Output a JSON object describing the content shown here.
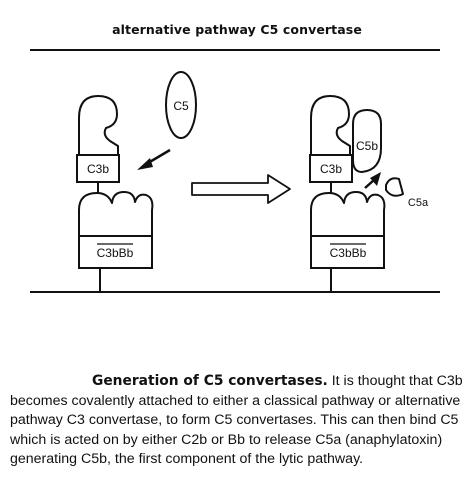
{
  "figure": {
    "title": "alternative pathway C5 convertase",
    "left_panel": {
      "c5_label": "C5",
      "c3b_label": "C3b",
      "c3bbb_label": "C3bBb"
    },
    "right_panel": {
      "c5b_label": "C5b",
      "c3b_label": "C3b",
      "c5a_label": "C5a",
      "c3bbb_label": "C3bBb"
    }
  },
  "caption": {
    "lead": "Generation of C5 convertases.",
    "body": " It is thought that C3b becomes covalently attached to either a classical pathway or alternative pathway C3 convertase, to form C5 convertases. This can then bind C5 which is acted on by either C2b or Bb to release C5a (anaphylatoxin) generating C5b, the first component of the lytic pathway."
  },
  "colors": {
    "ink": "#111111",
    "background": "#ffffff"
  }
}
